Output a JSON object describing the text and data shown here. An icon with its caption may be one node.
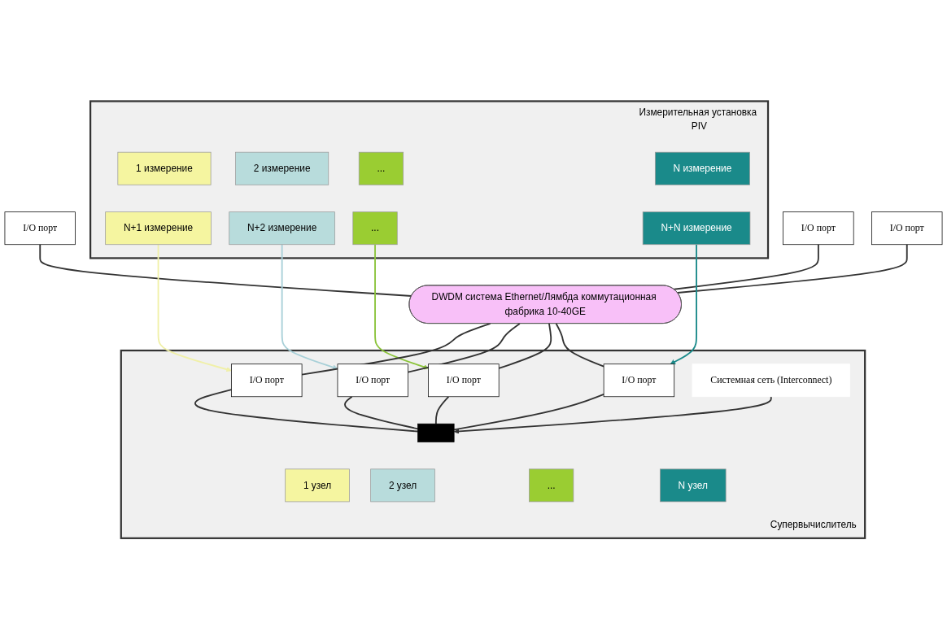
{
  "diagram": {
    "nodes": [
      {
        "text": [
          "Измерительная установка PIV"
        ]
      },
      {
        "text": [
          "1 измерение"
        ],
        "in": 0
      },
      {
        "text": [
          "2 измерение"
        ],
        "in": 0
      },
      {
        "text": [
          "..."
        ],
        "in": 0
      },
      {
        "text": [
          "N измерение"
        ],
        "in": 0
      },
      {
        "text": [
          "N+1 измерение"
        ],
        "in": 0
      },
      {
        "text": [
          "N+2 измерение"
        ],
        "in": 0
      },
      {
        "text": [
          "..."
        ],
        "in": 0
      },
      {
        "text": [
          "N+N измерение"
        ],
        "in": 0
      },
      {
        "text": [
          "I/O порт"
        ]
      },
      {
        "text": [
          "I/O порт"
        ]
      },
      {
        "text": [
          "I/O порт"
        ]
      },
      {
        "text": [
          "DWDM система Ethernet/Лямбда коммутационная фабрика 10-40GE"
        ]
      },
      {
        "text": [
          "Супервычислитель"
        ]
      },
      {
        "text": [
          "I/O порт"
        ],
        "in": 13
      },
      {
        "text": [
          "I/O порт"
        ],
        "in": 13
      },
      {
        "text": [
          "I/O порт"
        ],
        "in": 13
      },
      {
        "text": [
          "I/O порт"
        ],
        "in": 13
      },
      {
        "text": [
          "1 узел"
        ],
        "in": 13
      },
      {
        "text": [
          "2 узел"
        ],
        "in": 13
      },
      {
        "text": [
          "..."
        ],
        "in": 13
      },
      {
        "text": [
          "N узел"
        ],
        "in": 13
      },
      {
        "text": [],
        "shape": "bar",
        "in": 13
      },
      {
        "text": [
          "Системная сеть (Interconnect)"
        ],
        "in": 13
      }
    ],
    "edges": [
      {
        "from": 9,
        "to": 12,
        "arrow": "none"
      },
      {
        "from": 10,
        "to": 12,
        "arrow": "none"
      },
      {
        "from": 11,
        "to": 12,
        "arrow": "none"
      },
      {
        "from": 5,
        "to": 14,
        "arrow": "to",
        "color": "#f0f0a8"
      },
      {
        "from": 6,
        "to": 15,
        "arrow": "to",
        "color": "#a8d0d8"
      },
      {
        "from": 7,
        "to": 16,
        "arrow": "to",
        "color": "#8cc43c"
      },
      {
        "from": 8,
        "to": 17,
        "arrow": "to",
        "color": "#1a8a8a"
      },
      {
        "from": 12,
        "to": 14,
        "arrow": "none"
      },
      {
        "from": 12,
        "to": 15,
        "arrow": "none"
      },
      {
        "from": 12,
        "to": 16,
        "arrow": "none"
      },
      {
        "from": 12,
        "to": 17,
        "arrow": "none"
      },
      {
        "from": 14,
        "to": 22,
        "arrow": "none"
      },
      {
        "from": 15,
        "to": 22,
        "arrow": "none"
      },
      {
        "from": 16,
        "to": 22,
        "arrow": "none"
      },
      {
        "from": 17,
        "to": 22,
        "arrow": "none"
      },
      {
        "from": 23,
        "to": 22,
        "arrow": "to"
      }
    ]
  }
}
